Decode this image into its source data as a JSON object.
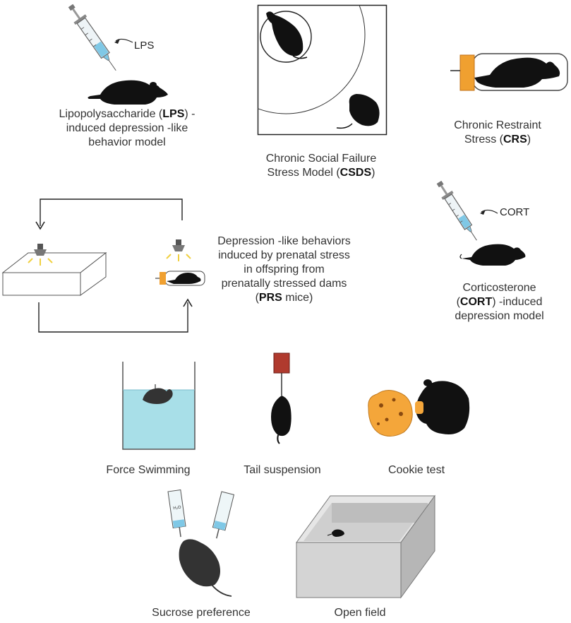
{
  "lps": {
    "tag": "LPS",
    "line1_pre": "Lipopolysaccharide (",
    "line1_bold": "LPS",
    "line1_post": ")  -",
    "line2": "induced depression   -like",
    "line3": "behavior model"
  },
  "csds": {
    "line1": "Chronic Social Failure",
    "line2_pre": "Stress Model (",
    "line2_bold": "CSDS",
    "line2_post": ")"
  },
  "crs": {
    "line1": "Chronic Restraint",
    "line2_pre": "Stress (",
    "line2_bold": "CRS",
    "line2_post": ")"
  },
  "prs": {
    "line1": "Depression -like behaviors",
    "line2": "induced by prenatal stress",
    "line3": "in offspring from",
    "line4": "prenatally stressed dams",
    "line5_pre": "(",
    "line5_bold": "PRS",
    "line5_post": " mice)"
  },
  "cort": {
    "tag": "CORT",
    "line1": "Corticosterone",
    "line2_pre": "(",
    "line2_bold": "CORT",
    "line2_post": ") -induced",
    "line3": "depression model"
  },
  "tests": {
    "force_swimming": "Force Swimming",
    "tail_suspension": "Tail suspension",
    "cookie_test": "Cookie test",
    "sucrose_preference": "Sucrose preference",
    "open_field": "Open field"
  },
  "colors": {
    "syringe_liquid": "#7fc8e6",
    "orange": "#f0a030",
    "water": "#a8dfe8",
    "tail_block": "#b03a2e",
    "cookie": "#f4a63a",
    "box_gray": "#9a9a9a",
    "mouse": "#111111"
  },
  "icons": [
    "syringe-icon",
    "mouse-icon",
    "lamp-icon",
    "arrow-icon"
  ]
}
